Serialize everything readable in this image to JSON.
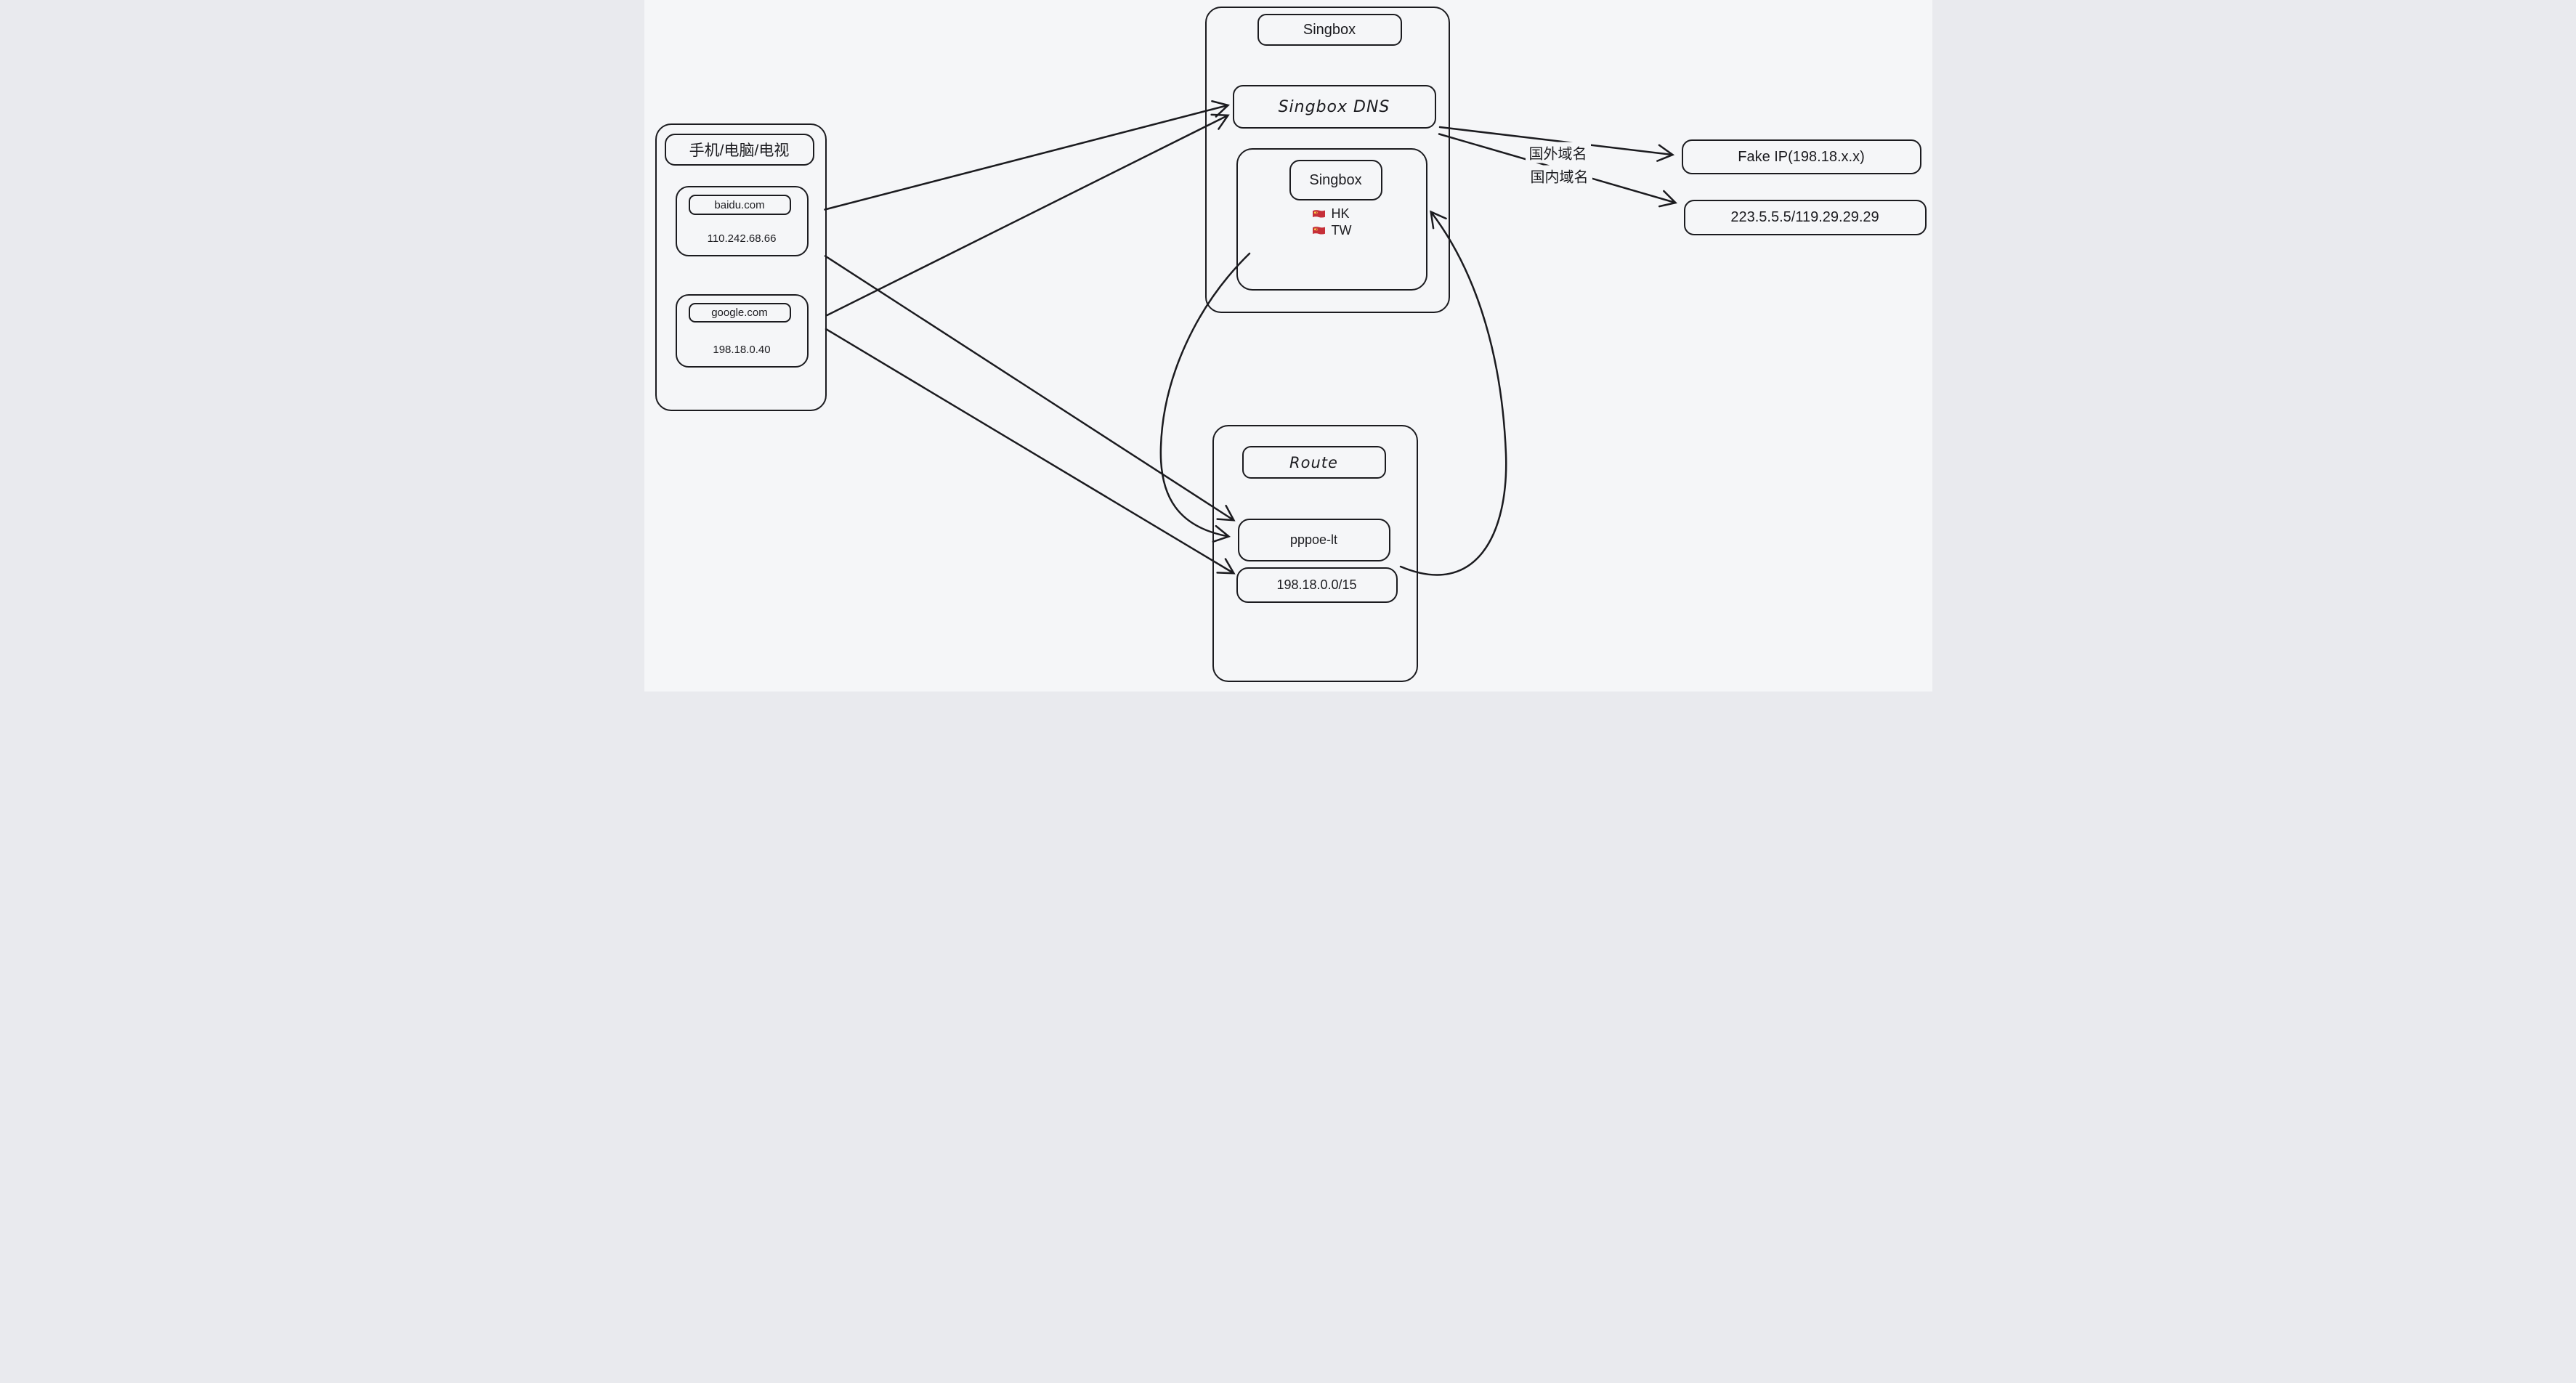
{
  "colors": {
    "background": "#f5f6f8",
    "stroke": "#1b1b1f",
    "flag_red": "#c62f39",
    "flag_yellow": "#f7ce46"
  },
  "client": {
    "title": "手机/电脑/电视",
    "items": [
      {
        "domain": "baidu.com",
        "ip": "110.242.68.66"
      },
      {
        "domain": "google.com",
        "ip": "198.18.0.40"
      }
    ]
  },
  "singbox": {
    "title": "Singbox",
    "dns_label": "Singbox DNS",
    "inner_title": "Singbox",
    "nodes": [
      {
        "icon": "cn-flag-icon",
        "label": "HK"
      },
      {
        "icon": "cn-flag-icon",
        "label": "TW"
      }
    ]
  },
  "route": {
    "title": "Route",
    "interface": "pppoe-lt",
    "cidr": "198.18.0.0/15"
  },
  "right": {
    "fake_ip": "Fake IP(198.18.x.x)",
    "domestic_dns": "223.5.5.5/119.29.29.29"
  },
  "edge_labels": {
    "foreign": "国外域名",
    "domestic": "国内域名"
  }
}
